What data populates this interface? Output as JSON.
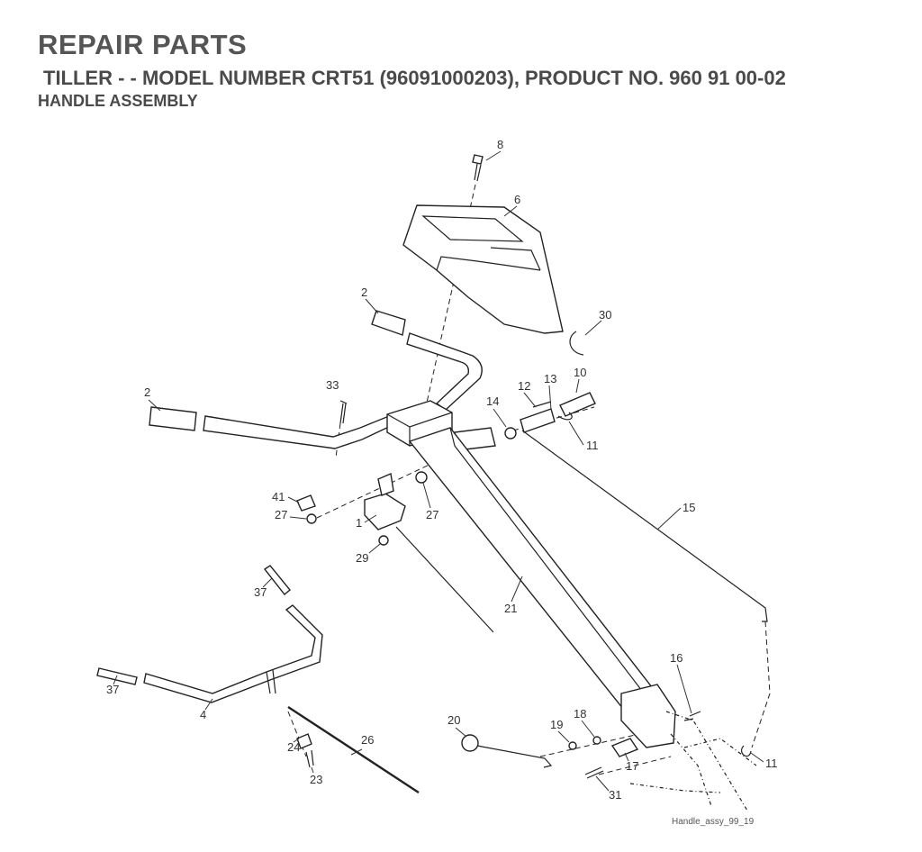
{
  "header": {
    "title": "REPAIR PARTS",
    "subtitle": "TILLER - - MODEL NUMBER CRT51 (96091000203), PRODUCT NO. 960 91 00-02",
    "section": "HANDLE ASSEMBLY"
  },
  "callouts": [
    "8",
    "6",
    "30",
    "2",
    "2",
    "33",
    "13",
    "10",
    "12",
    "14",
    "11",
    "41",
    "27",
    "27",
    "1",
    "29",
    "15",
    "21",
    "37",
    "37",
    "4",
    "24",
    "23",
    "26",
    "20",
    "19",
    "18",
    "16",
    "17",
    "31",
    "11"
  ],
  "file_name": "Handle_assy_99_19"
}
